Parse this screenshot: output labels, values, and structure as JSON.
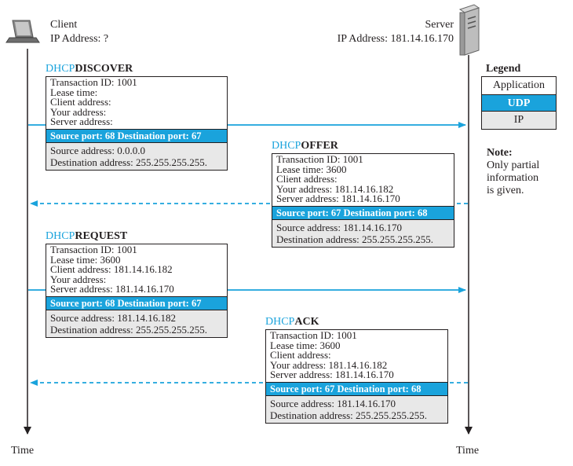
{
  "client": {
    "label": "Client",
    "ip": "IP Address: ?"
  },
  "server": {
    "label": "Server",
    "ip": "IP Address: 181.14.16.170"
  },
  "time_label": "Time",
  "legend": {
    "title": "Legend",
    "application": "Application",
    "udp": "UDP",
    "ip": "IP"
  },
  "note": {
    "title": "Note:",
    "lines": [
      "Only partial",
      "information",
      "is given."
    ]
  },
  "messages": [
    {
      "prefix": "DHCP",
      "name": "DISCOVER",
      "direction": "client-to-server",
      "line_style": "solid",
      "app": [
        "Transaction ID: 1001",
        "Lease time:",
        "Client address:",
        "Your address:",
        "Server address:"
      ],
      "udp": "Source port: 68   Destination port: 67",
      "ip": [
        "Source address: 0.0.0.0",
        "Destination address: 255.255.255.255."
      ]
    },
    {
      "prefix": "DHCP",
      "name": "OFFER",
      "direction": "server-to-client",
      "line_style": "dashed",
      "app": [
        "Transaction ID: 1001",
        "Lease time: 3600",
        "Client address:",
        "Your address: 181.14.16.182",
        "Server address: 181.14.16.170"
      ],
      "udp": "Source port: 67   Destination port: 68",
      "ip": [
        "Source address: 181.14.16.170",
        "Destination address: 255.255.255.255."
      ]
    },
    {
      "prefix": "DHCP",
      "name": "REQUEST",
      "direction": "client-to-server",
      "line_style": "solid",
      "app": [
        "Transaction ID: 1001",
        "Lease time: 3600",
        "Client address: 181.14.16.182",
        "Your address:",
        "Server address: 181.14.16.170"
      ],
      "udp": "Source port: 68   Destination port: 67",
      "ip": [
        "Source address: 181.14.16.182",
        "Destination address: 255.255.255.255."
      ]
    },
    {
      "prefix": "DHCP",
      "name": "ACK",
      "direction": "server-to-client",
      "line_style": "dashed",
      "app": [
        "Transaction ID: 1001",
        "Lease time: 3600",
        "Client address:",
        "Your address: 181.14.16.182",
        "Server address: 181.14.16.170"
      ],
      "udp": "Source port: 67   Destination port: 68",
      "ip": [
        "Source address: 181.14.16.170",
        "Destination address: 255.255.255.255."
      ]
    }
  ],
  "colors": {
    "accent": "#1aa3dc",
    "ip_fill": "#e8e8e8",
    "line": "#231f20"
  }
}
